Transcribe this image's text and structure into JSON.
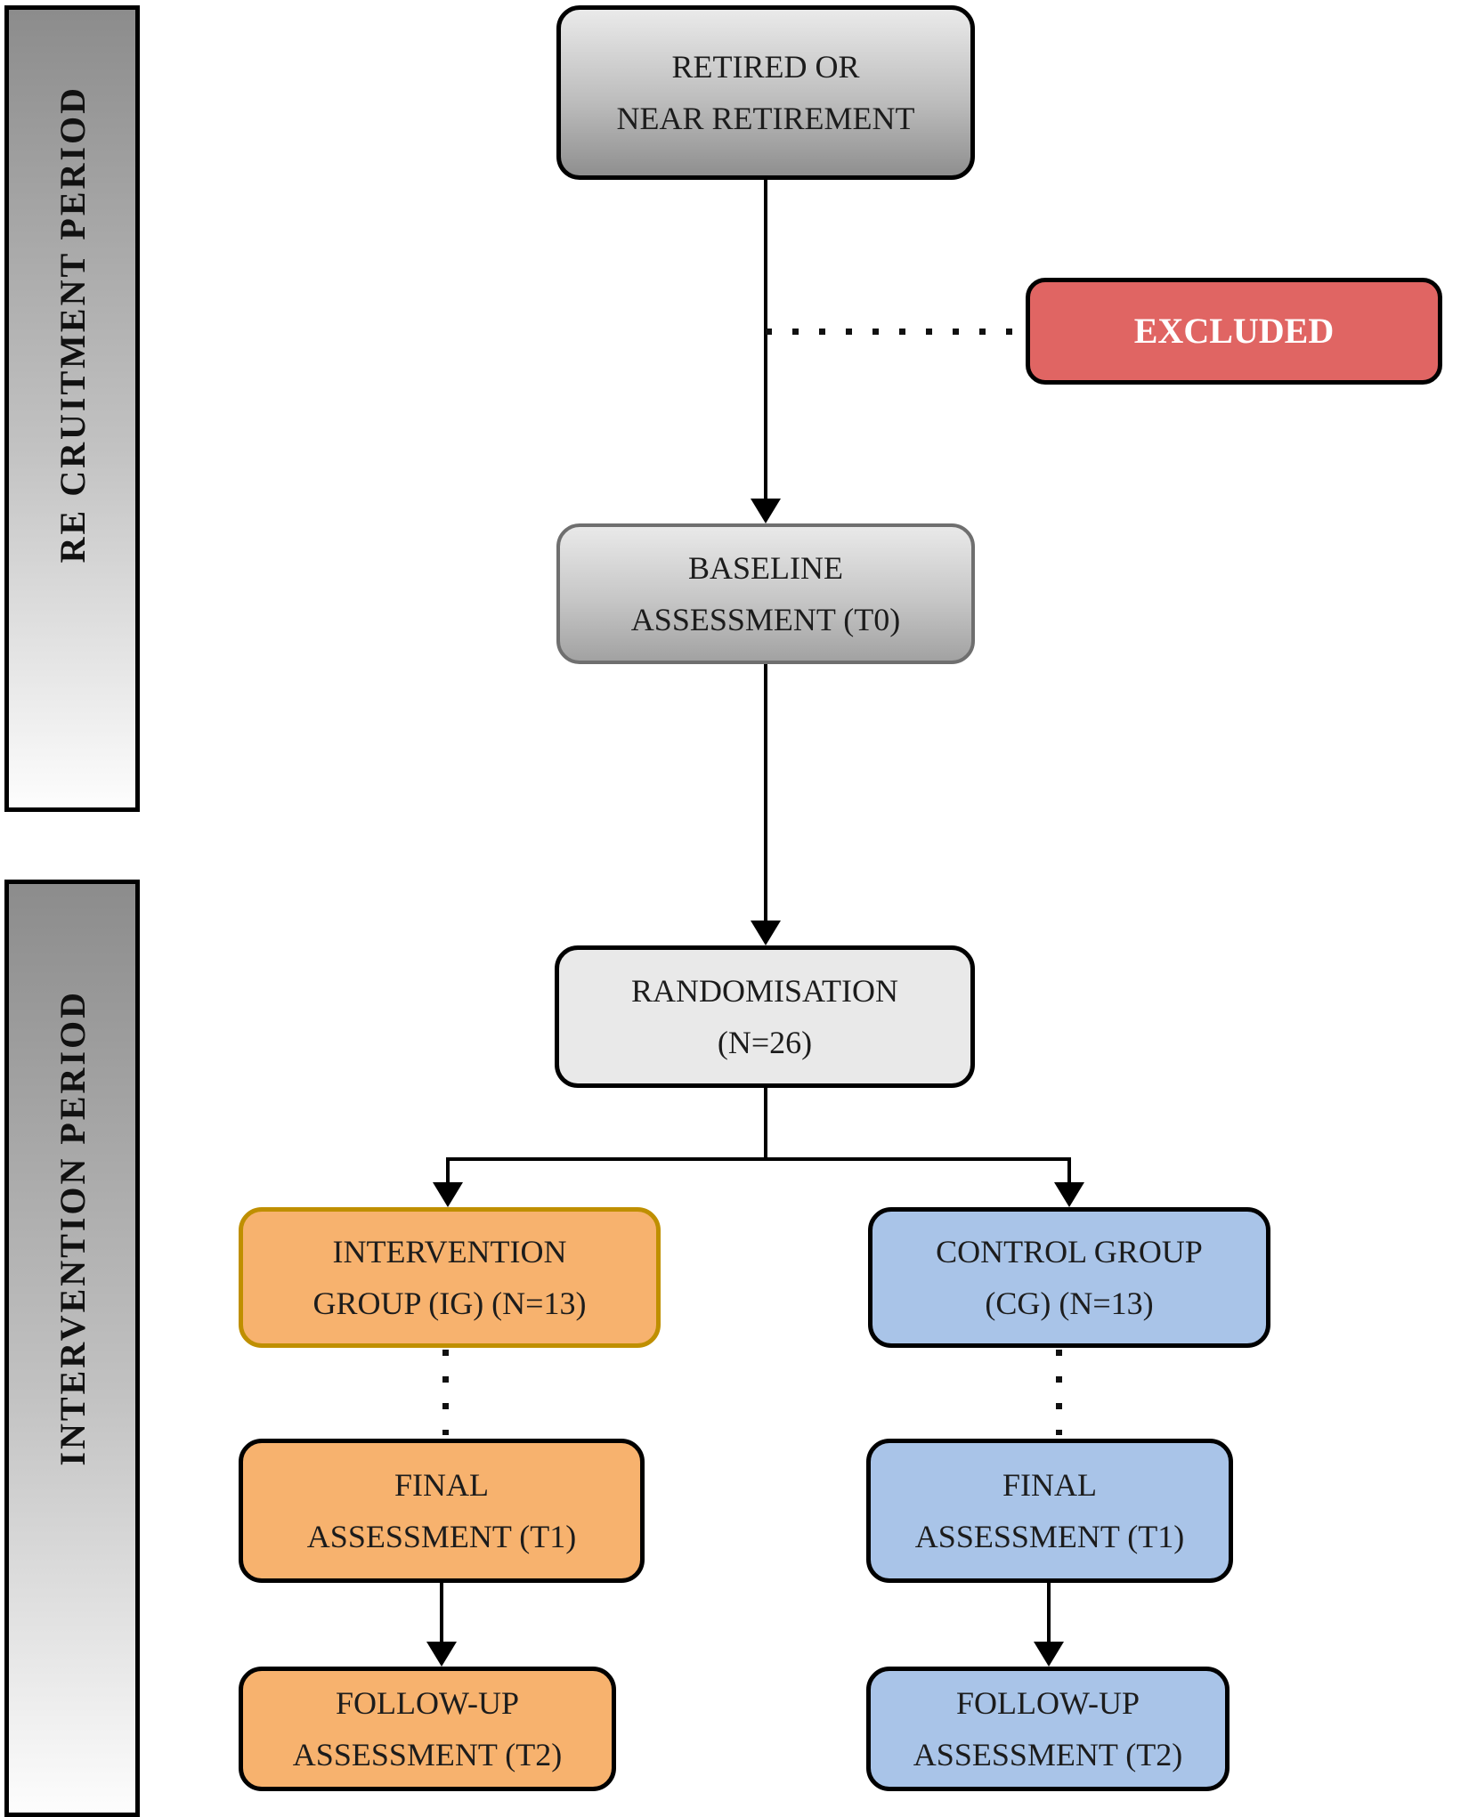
{
  "diagram": {
    "title": "study flow diagram",
    "sidebars": {
      "recruitment": {
        "label": "RE CRUITMENT PERIOD"
      },
      "intervention": {
        "label": "INTERVENTION PERIOD"
      }
    },
    "nodes": {
      "retired": {
        "line1": "RETIRED OR",
        "line2": "NEAR RETIREMENT"
      },
      "excluded": {
        "label": "EXCLUDED"
      },
      "baseline": {
        "line1": "BASELINE",
        "line2": "ASSESSMENT (T0)"
      },
      "randomisation": {
        "line1": "RANDOMISATION",
        "line2": "(N=26)"
      },
      "intervention_group": {
        "line1": "INTERVENTION",
        "line2": "GROUP (IG) (N=13)"
      },
      "control_group": {
        "line1": "CONTROL GROUP",
        "line2": "(CG) (N=13)"
      },
      "intervention_final": {
        "line1": "FINAL",
        "line2": "ASSESSMENT (T1)"
      },
      "control_final": {
        "line1": "FINAL",
        "line2": "ASSESSMENT (T1)"
      },
      "intervention_followup": {
        "line1": "FOLLOW-UP",
        "line2": "ASSESSMENT (T2)"
      },
      "control_followup": {
        "line1": "FOLLOW-UP",
        "line2": "ASSESSMENT (T2)"
      }
    },
    "counts": {
      "randomised": 26,
      "intervention_group": 13,
      "control_group": 13
    },
    "colors": {
      "excluded_fill": "#e06563",
      "excluded_text": "#ffffff",
      "orange_fill": "#f7b26e",
      "orange_group_border": "#bf8f00",
      "blue_fill": "#a9c4e8",
      "gray_gradient_dark": "#8f8f8f",
      "gray_gradient_light": "#eaeaea",
      "random_fill": "#e9e9e9",
      "line_color": "#000000",
      "text_color": "#1c1c1c"
    }
  }
}
